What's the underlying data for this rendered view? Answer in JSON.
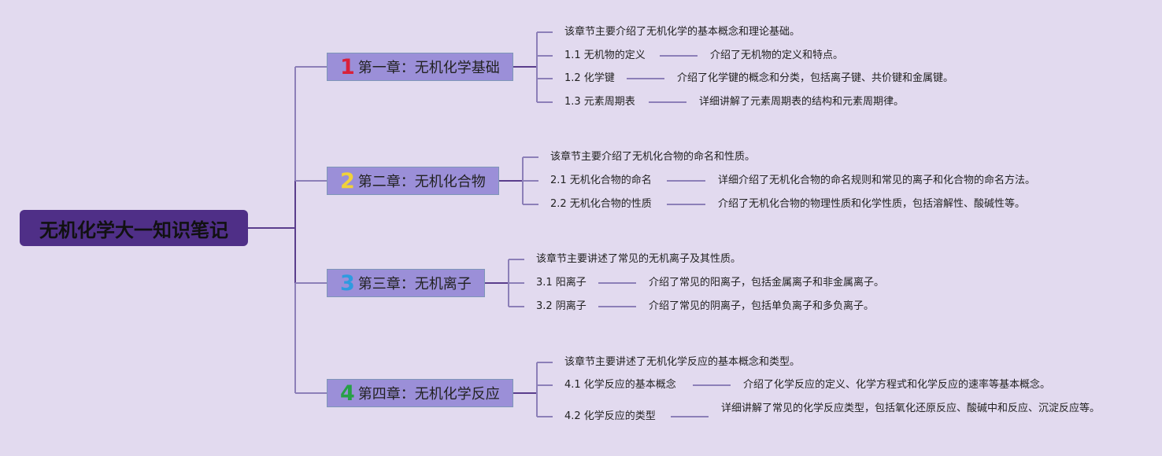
{
  "root": {
    "title": "无机化学大一知识笔记"
  },
  "colors": {
    "background": "#e2daef",
    "root_fill": "#4f2f87",
    "chapter_fill": "#9b8fd8",
    "line": "#8c7fb8",
    "line_dark": "#5a3d8c"
  },
  "chapters": [
    {
      "num": "1",
      "num_color": "#d9203a",
      "title": "第一章：无机化学基础",
      "summary": "该章节主要介绍了无机化学的基本概念和理论基础。",
      "sections": [
        {
          "label": "1.1 无机物的定义",
          "desc": "介绍了无机物的定义和特点。"
        },
        {
          "label": "1.2 化学键",
          "desc": "介绍了化学键的概念和分类，包括离子键、共价键和金属键。"
        },
        {
          "label": "1.3 元素周期表",
          "desc": "详细讲解了元素周期表的结构和元素周期律。"
        }
      ]
    },
    {
      "num": "2",
      "num_color": "#f1d23a",
      "title": "第二章：无机化合物",
      "summary": "该章节主要介绍了无机化合物的命名和性质。",
      "sections": [
        {
          "label": "2.1 无机化合物的命名",
          "desc": "详细介绍了无机化合物的命名规则和常见的离子和化合物的命名方法。"
        },
        {
          "label": "2.2 无机化合物的性质",
          "desc": "介绍了无机化合物的物理性质和化学性质，包括溶解性、酸碱性等。"
        }
      ]
    },
    {
      "num": "3",
      "num_color": "#2e9be0",
      "title": "第三章：无机离子",
      "summary": "该章节主要讲述了常见的无机离子及其性质。",
      "sections": [
        {
          "label": "3.1 阳离子",
          "desc": "介绍了常见的阳离子，包括金属离子和非金属离子。"
        },
        {
          "label": "3.2 阴离子",
          "desc": "介绍了常见的阴离子，包括单负离子和多负离子。"
        }
      ]
    },
    {
      "num": "4",
      "num_color": "#27a046",
      "title": "第四章：无机化学反应",
      "summary": "该章节主要讲述了无机化学反应的基本概念和类型。",
      "sections": [
        {
          "label": "4.1 化学反应的基本概念",
          "desc": "介绍了化学反应的定义、化学方程式和化学反应的速率等基本概念。"
        },
        {
          "label": "4.2 化学反应的类型",
          "desc": "详细讲解了常见的化学反应类型，包括氧化还原反应、酸碱中和反应、沉淀反应等。"
        }
      ]
    }
  ]
}
